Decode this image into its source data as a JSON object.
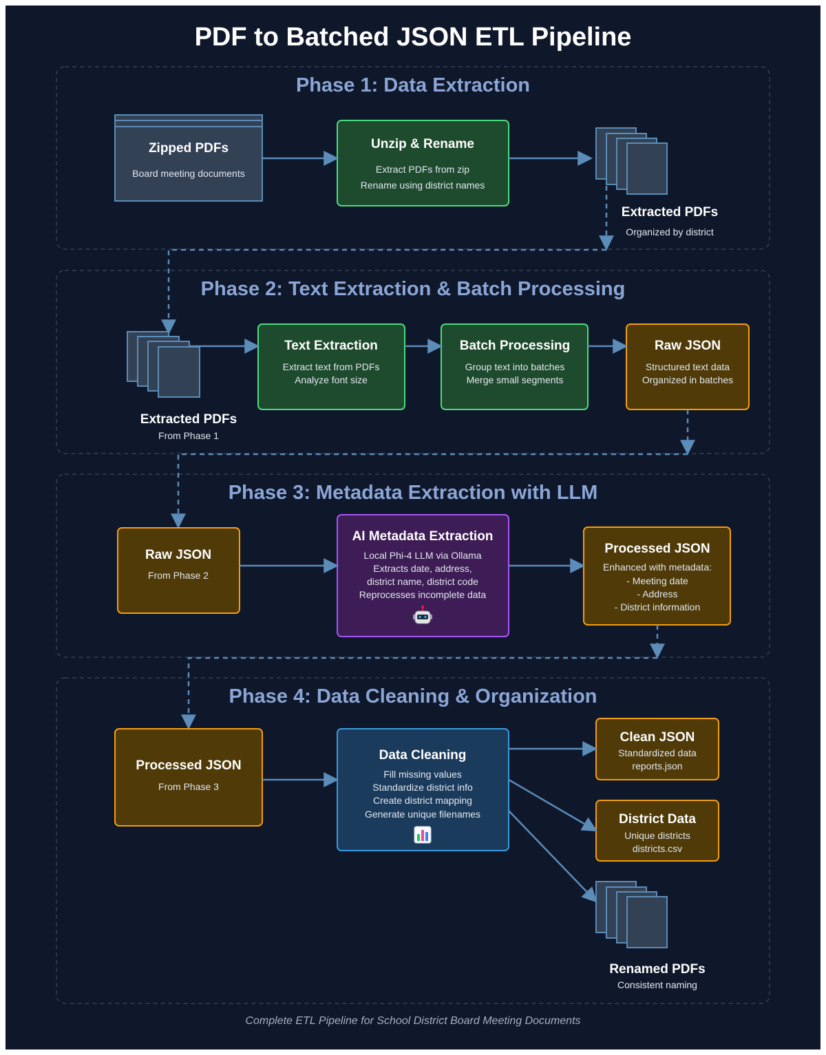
{
  "title": "PDF to Batched JSON ETL Pipeline",
  "footer": "Complete ETL Pipeline for School District Board Meeting Documents",
  "colors": {
    "background": "#0f172a",
    "slate_fill": "#334155",
    "slate_stroke": "#5c8cb8",
    "green_fill": "#1e4a2d",
    "green_stroke": "#4ade80",
    "amber_fill": "#4f3a08",
    "amber_stroke": "#f59e0b",
    "purple_fill": "#3e1d56",
    "purple_stroke": "#a855f7",
    "blue_fill": "#1b3b5c",
    "blue_stroke": "#3b9ae0",
    "arrow": "#5c8cb8",
    "phase_title": "#8ba6d6"
  },
  "phases": [
    {
      "title": "Phase 1: Data Extraction",
      "nodes": {
        "zipped": {
          "title": "Zipped PDFs",
          "lines": [
            "Board meeting documents"
          ]
        },
        "unzip": {
          "title": "Unzip & Rename",
          "lines": [
            "Extract PDFs from zip",
            "Rename using district names"
          ]
        },
        "extracted": {
          "title": "Extracted PDFs",
          "lines": [
            "Organized by district"
          ]
        }
      }
    },
    {
      "title": "Phase 2: Text Extraction & Batch Processing",
      "nodes": {
        "extracted": {
          "title": "Extracted PDFs",
          "lines": [
            "From Phase 1"
          ]
        },
        "text": {
          "title": "Text Extraction",
          "lines": [
            "Extract text from PDFs",
            "Analyze font size"
          ]
        },
        "batch": {
          "title": "Batch Processing",
          "lines": [
            "Group text into batches",
            "Merge small segments"
          ]
        },
        "raw": {
          "title": "Raw JSON",
          "lines": [
            "Structured text data",
            "Organized in batches"
          ]
        }
      }
    },
    {
      "title": "Phase 3: Metadata Extraction with LLM",
      "nodes": {
        "raw": {
          "title": "Raw JSON",
          "lines": [
            "From Phase 2"
          ]
        },
        "ai": {
          "title": "AI Metadata Extraction",
          "lines": [
            "Local Phi-4 LLM via Ollama",
            "Extracts date, address,",
            "district name, district code",
            "Reprocesses incomplete data"
          ],
          "icon": "robot-icon"
        },
        "processed": {
          "title": "Processed JSON",
          "lines": [
            "Enhanced with metadata:",
            "- Meeting date",
            "- Address",
            "- District information"
          ]
        }
      }
    },
    {
      "title": "Phase 4: Data Cleaning & Organization",
      "nodes": {
        "processed": {
          "title": "Processed JSON",
          "lines": [
            "From Phase 3"
          ]
        },
        "cleaning": {
          "title": "Data Cleaning",
          "lines": [
            "Fill missing values",
            "Standardize district info",
            "Create district mapping",
            "Generate unique filenames"
          ],
          "icon": "bar-chart-icon"
        },
        "clean": {
          "title": "Clean JSON",
          "lines": [
            "Standardized data",
            "reports.json"
          ]
        },
        "district": {
          "title": "District Data",
          "lines": [
            "Unique districts",
            "districts.csv"
          ]
        },
        "renamed": {
          "title": "Renamed PDFs",
          "lines": [
            "Consistent naming"
          ]
        }
      }
    }
  ]
}
